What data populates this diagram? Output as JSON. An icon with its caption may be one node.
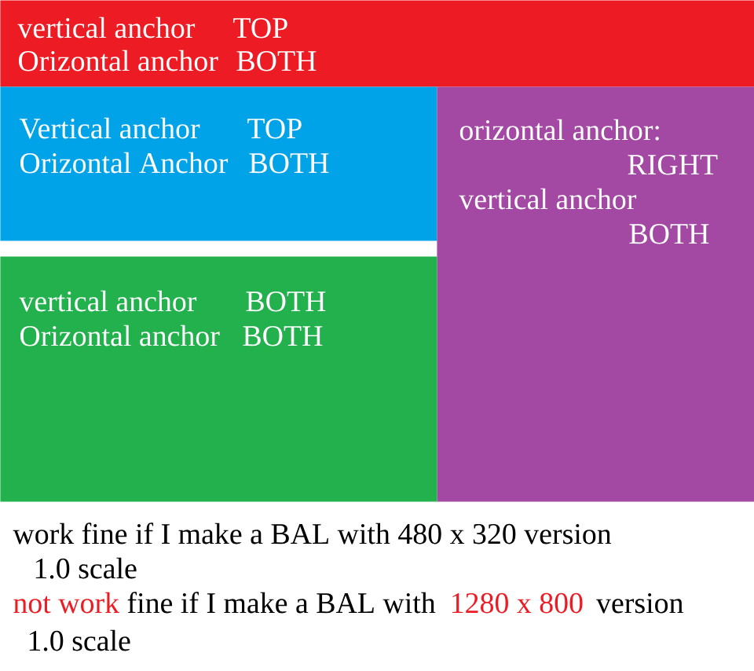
{
  "diagram": {
    "nodes": [
      {
        "text": [
          "vertical anchor",
          "TOP",
          "Orizontal anchor",
          "BOTH"
        ]
      },
      {
        "text": [
          "Vertical anchor",
          "TOP",
          "Orizontal Anchor",
          "BOTH"
        ]
      },
      {
        "text": [
          "orizontal anchor:",
          "RIGHT",
          "vertical anchor",
          "BOTH"
        ]
      },
      {
        "text": [
          "vertical anchor",
          "BOTH",
          "Orizontal anchor",
          "BOTH"
        ]
      }
    ],
    "labels": [
      "work fine if I make a BAL with 480 x 320 version",
      "1.0 scale",
      "not work",
      "fine if I make a BAL with",
      "1280 x 800",
      "version",
      "1.0 scale"
    ]
  }
}
